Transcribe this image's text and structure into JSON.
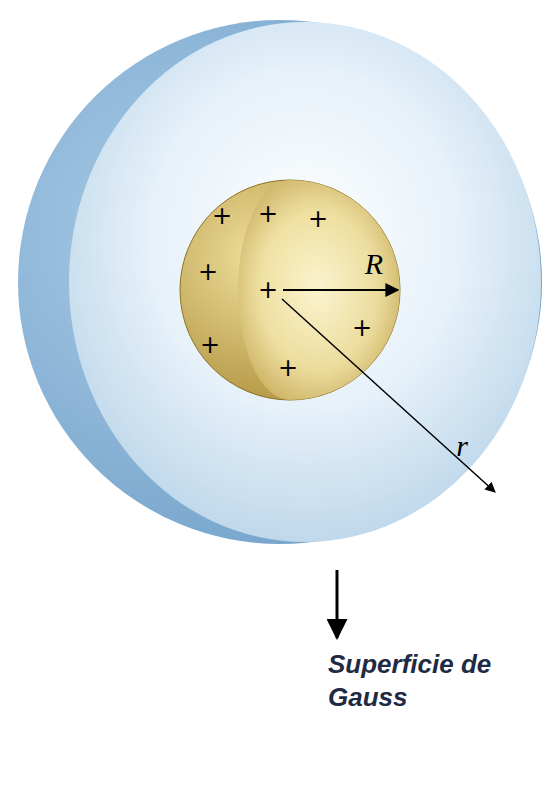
{
  "diagram": {
    "labels": [
      "+",
      "+",
      "+",
      "+",
      "+",
      "+",
      "+",
      "+",
      "R",
      "r",
      "Superficie de Gauss"
    ]
  }
}
